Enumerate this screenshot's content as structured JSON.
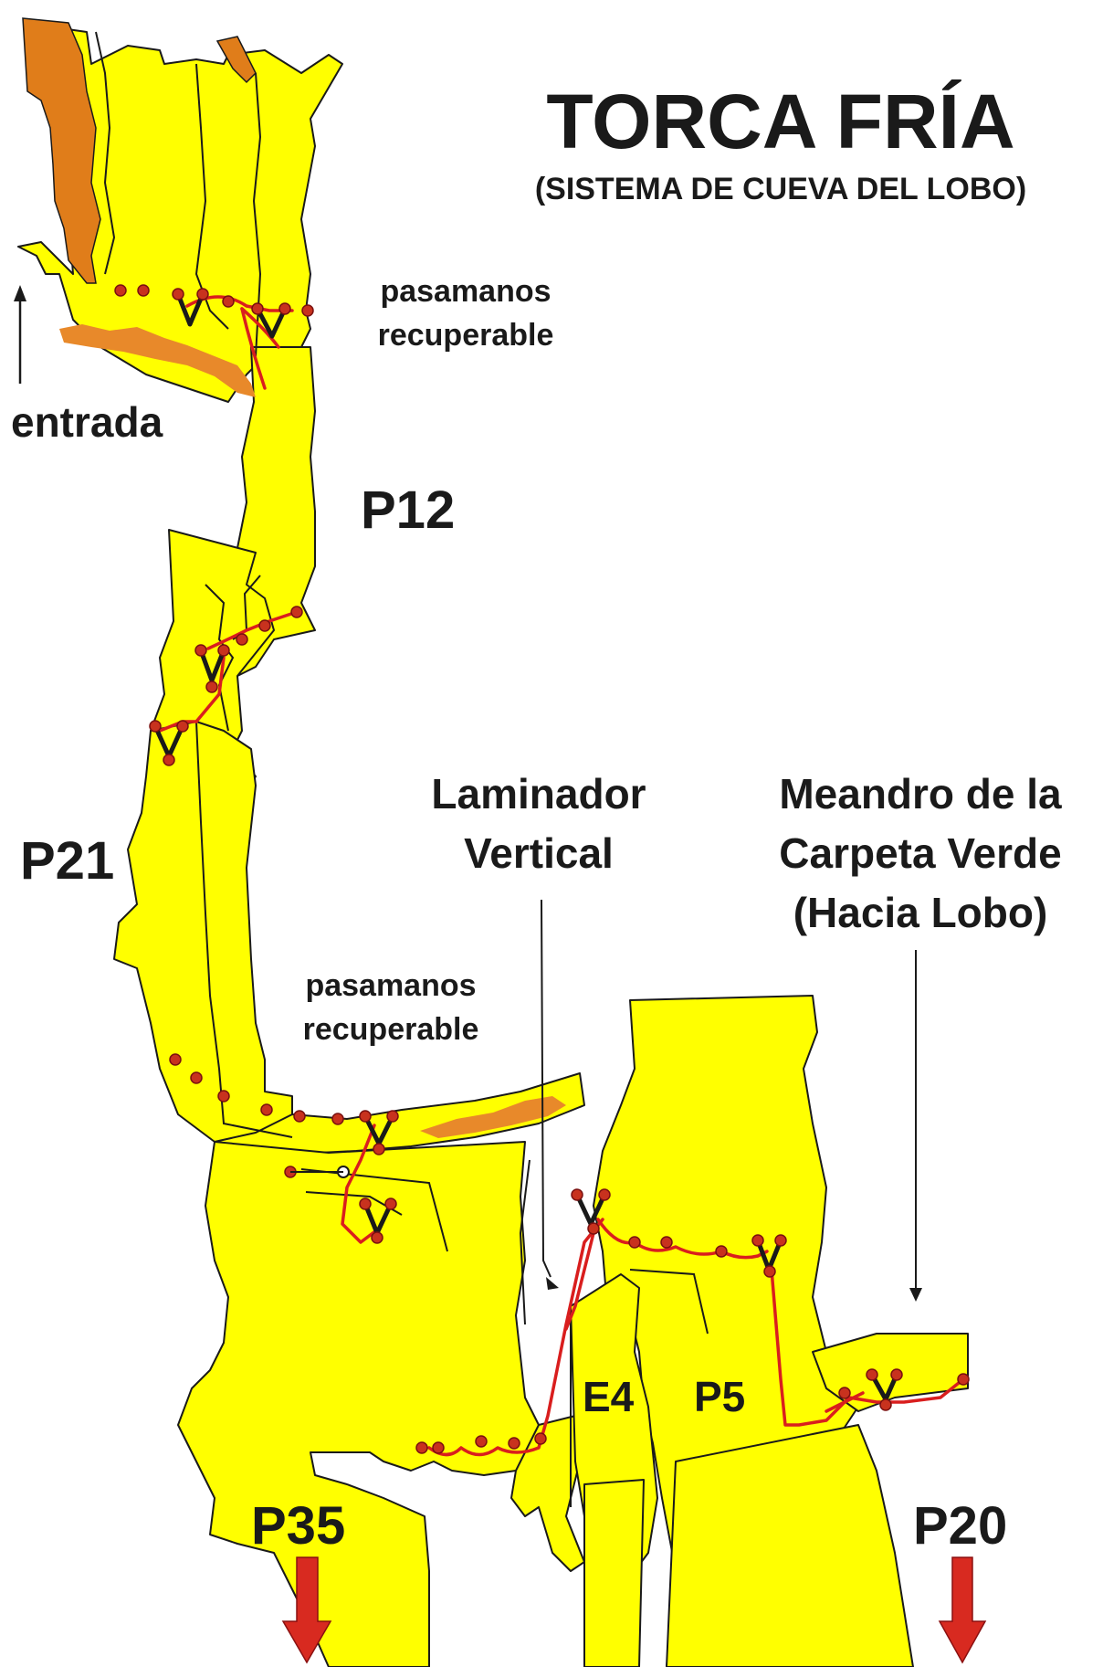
{
  "title": "TORCA FRÍA",
  "subtitle": "(SISTEMA DE CUEVA DEL LOBO)",
  "labels": {
    "entrada": "entrada",
    "pasamanos_top_line1": "pasamanos",
    "pasamanos_top_line2": "recuperable",
    "p12": "P12",
    "p21": "P21",
    "pasamanos_mid_line1": "pasamanos",
    "pasamanos_mid_line2": "recuperable",
    "laminador_line1": "Laminador",
    "laminador_line2": "Vertical",
    "meandro_line1": "Meandro de la",
    "meandro_line2": "Carpeta Verde",
    "meandro_line3": "(Hacia Lobo)",
    "e4": "E4",
    "p5": "P5",
    "p35": "P35",
    "p20": "P20"
  },
  "colors": {
    "cave_fill": "#ffff00",
    "rock": "#e07d1a",
    "rope": "#d91e1e",
    "anchor": "#c8321e",
    "continuation_arrow": "#d82a20",
    "ink": "#1a1a1a"
  },
  "icons": {
    "entrance_arrow": "up-arrow-icon",
    "continuation_arrows": "down-arrow-icon",
    "anchor_points": "anchor-bolt-icon",
    "y_hang": "y-hang-icon"
  }
}
